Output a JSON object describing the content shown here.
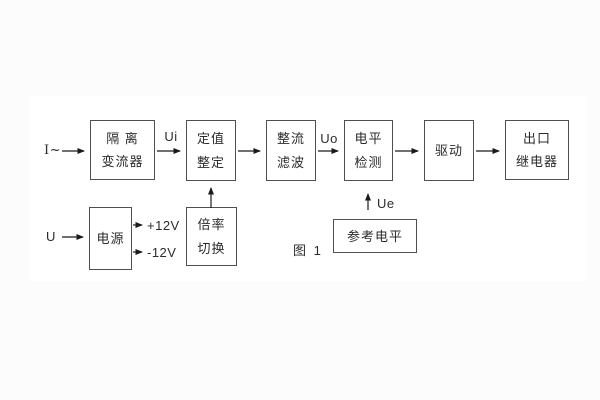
{
  "figure": {
    "caption": "图 1",
    "inputs": {
      "current": "I~",
      "voltage": "U"
    },
    "signals": {
      "ui": "Ui",
      "uo": "Uo",
      "ue": "Ue",
      "plus12v": "+12V",
      "minus12v": "-12V"
    },
    "blocks": {
      "isolation_transformer": {
        "line1": "隔 离",
        "line2": "变流器"
      },
      "setting_adjustment": {
        "line1": "定值",
        "line2": "整定"
      },
      "rectifier_filter": {
        "line1": "整流",
        "line2": "滤波"
      },
      "level_detection": {
        "line1": "电平",
        "line2": "检测"
      },
      "driver": {
        "line1": "驱动"
      },
      "output_relay": {
        "line1": "出口",
        "line2": "继电器"
      },
      "power_supply": {
        "line1": "电源"
      },
      "ratio_switching": {
        "line1": "倍率",
        "line2": "切换"
      },
      "reference_level": {
        "line1": "参考电平"
      }
    },
    "colors": {
      "background": "#fcfcfc",
      "panel": "#ffffff",
      "box_border": "#4f4f4f",
      "text": "#2b2b2b",
      "arrow": "#1a1a1a"
    }
  }
}
